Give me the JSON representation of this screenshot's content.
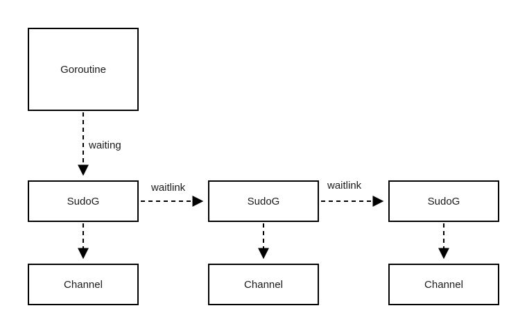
{
  "diagram": {
    "background_color": "#ffffff",
    "line_color": "#000000",
    "text_color": "#1a1a1a",
    "nodes": {
      "goroutine": {
        "label": "Goroutine"
      },
      "sudog_1": {
        "label": "SudoG"
      },
      "sudog_2": {
        "label": "SudoG"
      },
      "sudog_3": {
        "label": "SudoG"
      },
      "channel_1": {
        "label": "Channel"
      },
      "channel_2": {
        "label": "Channel"
      },
      "channel_3": {
        "label": "Channel"
      }
    },
    "edges": {
      "waiting": {
        "label": "waiting",
        "from": "goroutine",
        "to": "sudog_1",
        "style": "dashed-arrow"
      },
      "waitlink_1": {
        "label": "waitlink",
        "from": "sudog_1",
        "to": "sudog_2",
        "style": "dashed-arrow"
      },
      "waitlink_2": {
        "label": "waitlink",
        "from": "sudog_2",
        "to": "sudog_3",
        "style": "dashed-arrow"
      },
      "sudog_1_channel_1": {
        "label": "",
        "from": "sudog_1",
        "to": "channel_1",
        "style": "dashed-arrow"
      },
      "sudog_2_channel_2": {
        "label": "",
        "from": "sudog_2",
        "to": "channel_2",
        "style": "dashed-arrow"
      },
      "sudog_3_channel_3": {
        "label": "",
        "from": "sudog_3",
        "to": "channel_3",
        "style": "dashed-arrow"
      }
    }
  }
}
